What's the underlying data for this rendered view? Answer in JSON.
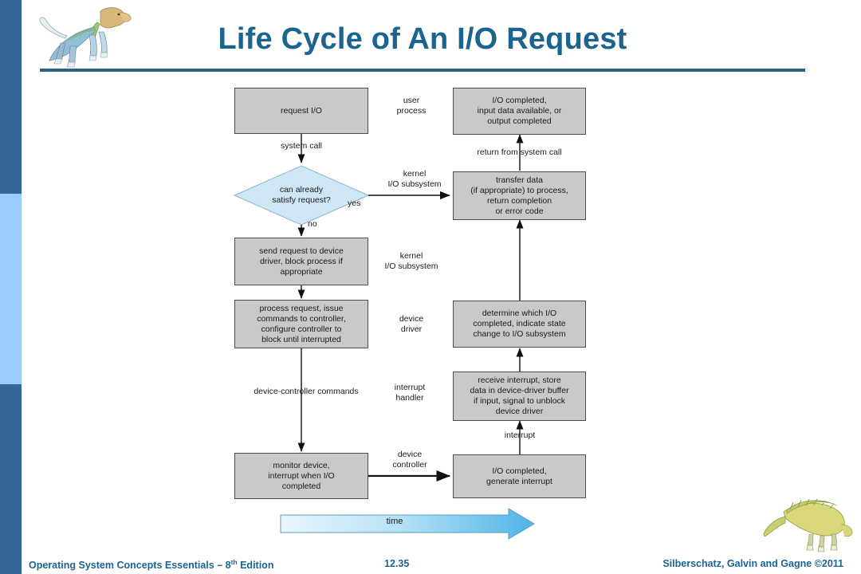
{
  "slide": {
    "title": "Life Cycle of An I/O Request",
    "page_number": "12.35",
    "footer_left_main": "Operating System Concepts Essentials ",
    "footer_left_dash": "– 8",
    "footer_left_sup": "th",
    "footer_left_tail": " Edition",
    "footer_right": "Silberschatz, Galvin and Gagne ©2011",
    "accent_color": "#1b6490",
    "stripe_dark": "#35659b",
    "stripe_light": "#9ecbff",
    "box_fill": "#c9c9c9",
    "diamond_fill": "#cfe7f5"
  },
  "diagram": {
    "type": "flowchart",
    "left_column": [
      {
        "id": "request-io",
        "label": "request I/O"
      },
      {
        "id": "send-request",
        "label": "send request to device\ndriver, block process if\nappropriate"
      },
      {
        "id": "process-request",
        "label": "process request, issue\ncommands to controller,\nconfigure controller to\nblock until interrupted"
      },
      {
        "id": "monitor-device",
        "label": "monitor device,\ninterrupt when I/O\ncompleted"
      }
    ],
    "decision": {
      "id": "can-satisfy",
      "label": "can already\nsatisfy request?",
      "yes_label": "yes",
      "no_label": "no"
    },
    "right_column": [
      {
        "id": "io-completed-user",
        "label": "I/O completed,\ninput data available, or\noutput completed"
      },
      {
        "id": "transfer-data",
        "label": "transfer data\n(if appropriate) to process,\nreturn completion\nor error code"
      },
      {
        "id": "determine-which-io",
        "label": "determine which I/O\ncompleted, indicate state\nchange to I/O subsystem"
      },
      {
        "id": "receive-interrupt",
        "label": "receive interrupt, store\ndata in device-driver buffer\nif input, signal to unblock\ndevice driver"
      },
      {
        "id": "io-completed-generate",
        "label": "I/O completed,\ngenerate interrupt"
      }
    ],
    "swimlanes": [
      {
        "id": "user-process",
        "label": "user\nprocess"
      },
      {
        "id": "kernel-io-subsystem-1",
        "label": "kernel\nI/O subsystem"
      },
      {
        "id": "kernel-io-subsystem-2",
        "label": "kernel\nI/O subsystem"
      },
      {
        "id": "device-driver",
        "label": "device\ndriver"
      },
      {
        "id": "interrupt-handler",
        "label": "interrupt\nhandler"
      },
      {
        "id": "device-controller",
        "label": "device\ncontroller"
      }
    ],
    "edge_labels": [
      {
        "id": "system-call",
        "label": "system call"
      },
      {
        "id": "return-from-system-call",
        "label": "return from system call"
      },
      {
        "id": "device-controller-commands",
        "label": "device-controller commands"
      },
      {
        "id": "interrupt",
        "label": "interrupt"
      }
    ],
    "time_axis_label": "time"
  }
}
